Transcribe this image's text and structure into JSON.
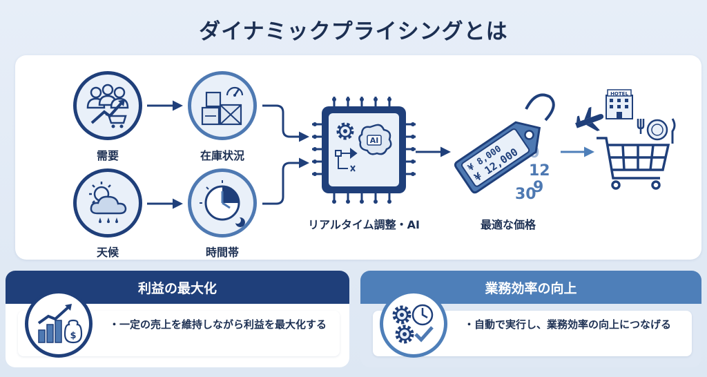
{
  "title": "ダイナミックプライシングとは",
  "inputs": {
    "demand": "需要",
    "inventory": "在庫状況",
    "weather": "天候",
    "time_of_day": "時間帯"
  },
  "processor": {
    "label": "リアルタイム調整・AI",
    "chip_text": "AI"
  },
  "price_tag": {
    "label": "最適な価格",
    "old_price": "¥ 8,000",
    "new_price": "¥ 12,000",
    "digits": [
      "0",
      "12",
      "9",
      "30"
    ]
  },
  "hotel_sign": "HOTEL",
  "benefits": [
    {
      "title": "利益の最大化",
      "text": "・一定の売上を維持しながら利益を最大化する"
    },
    {
      "title": "業務効率の向上",
      "text": "・自動で実行し、業務効率の向上につなげる"
    }
  ],
  "colors": {
    "navy": "#1f3f7a",
    "mid_blue": "#4e79b2",
    "light_blue": "#e9f0f9",
    "text": "#1c2f52"
  }
}
